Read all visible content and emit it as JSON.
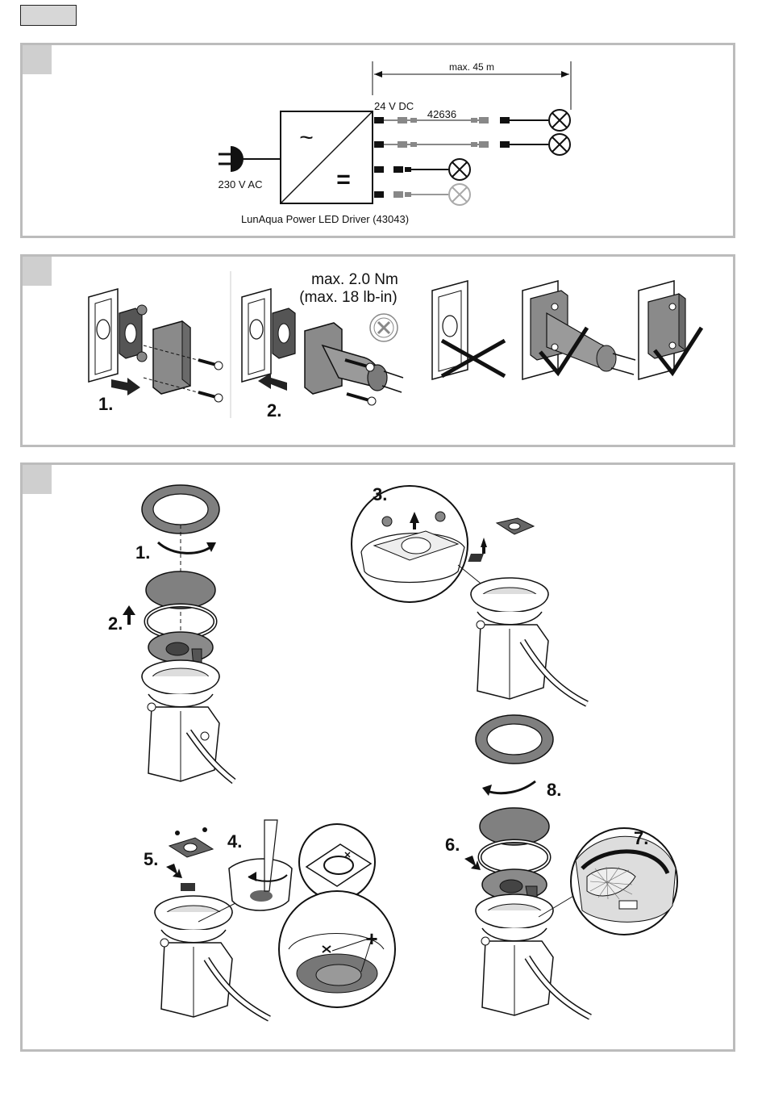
{
  "wiring": {
    "distance_label": "max. 45 m",
    "output_voltage": "24 V DC",
    "cable_code": "42636",
    "input_voltage": "230 V AC",
    "driver_name": "LunAqua Power LED Driver (43043)",
    "ac_symbol": "~",
    "dc_symbol": "="
  },
  "mounting": {
    "step1": "1.",
    "step2": "2.",
    "torque_line1": "max. 2.0 Nm",
    "torque_line2": "(max. 18 lb-in)"
  },
  "assembly": {
    "step1": "1.",
    "step2": "2.",
    "step3": "3.",
    "step4": "4.",
    "step5": "5.",
    "step6": "6.",
    "step7": "7.",
    "step8": "8.",
    "plus": "+"
  }
}
